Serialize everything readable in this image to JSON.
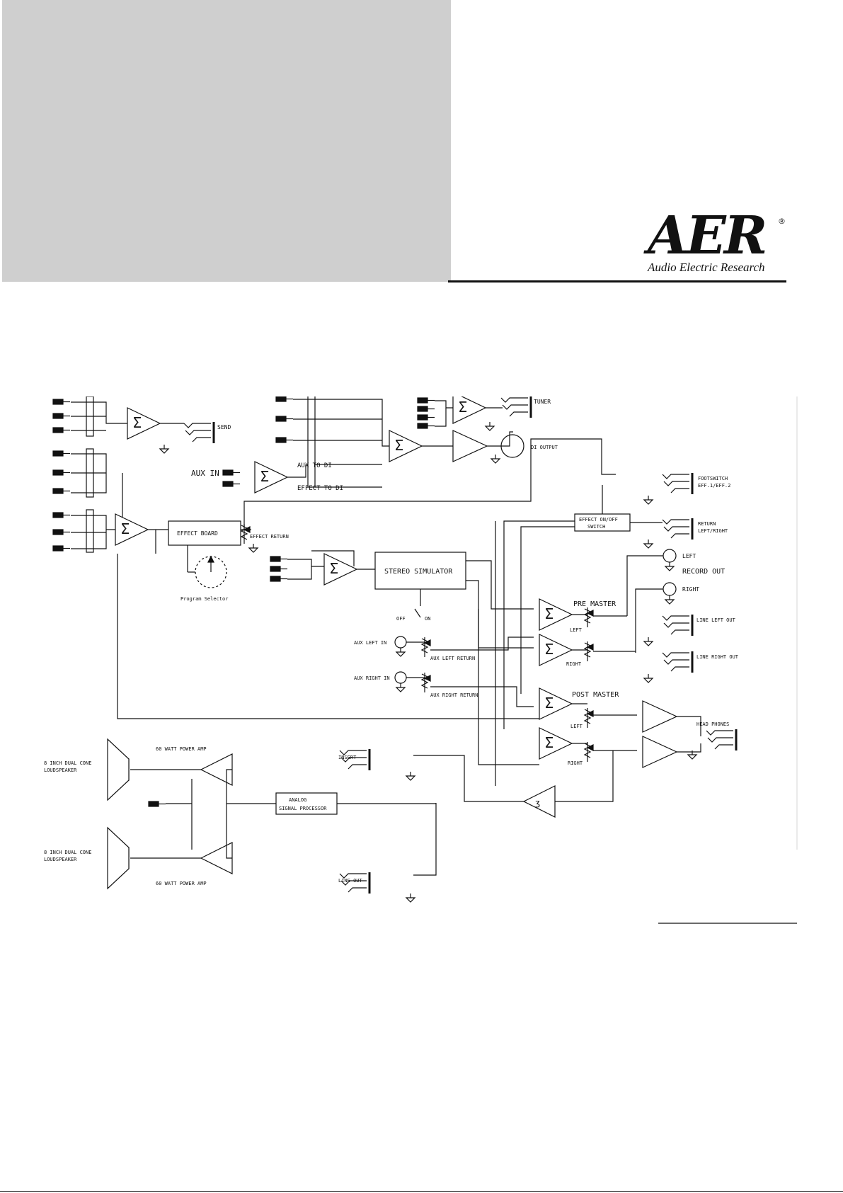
{
  "brand": {
    "logo_text": "AER",
    "registered_mark": "®",
    "tagline": "Audio Electric Research"
  },
  "diagram": {
    "aux_in": "AUX IN",
    "aux_to_di": "AUX TO DI",
    "effect_to_di": "EFFECT TO DI",
    "send": "SEND",
    "tuner": "TUNER",
    "di_output": "DI OUTPUT",
    "effect_board": "EFFECT BOARD",
    "effect_return": "EFFECT RETURN",
    "program_selector": "Program Selector",
    "stereo_simulator": "STEREO SIMULATOR",
    "off": "OFF",
    "on": "ON",
    "footswitch": [
      "FOOTSWITCH",
      "EFF.1/EFF.2"
    ],
    "effect_onoff_switch": [
      "EFFECT ON/OFF",
      "SWITCH"
    ],
    "return_lr": [
      "RETURN",
      "LEFT/RIGHT"
    ],
    "left": "LEFT",
    "right": "RIGHT",
    "record_out": "RECORD OUT",
    "pre_master": "PRE MASTER",
    "post_master": "POST MASTER",
    "line_left_out": "LINE LEFT OUT",
    "line_right_out": "LINE RIGHT OUT",
    "aux_left_in": "AUX LEFT IN",
    "aux_right_in": "AUX RIGHT IN",
    "aux_left_return": "AUX LEFT RETURN",
    "aux_right_return": "AUX RIGHT RETURN",
    "head_phones": "HEAD PHONES",
    "insert": "INSERT",
    "line_out": "LINE OUT",
    "power_amp": "60 WATT POWER AMP",
    "loudspeaker": [
      "8 INCH DUAL CONE",
      "LOUDSPEAKER"
    ],
    "analog_processor": [
      "ANALOG",
      "SIGNAL PROCESSOR"
    ]
  }
}
